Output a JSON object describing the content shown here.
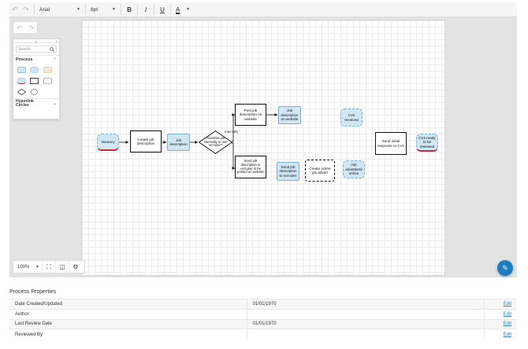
{
  "toolbar": {
    "font_family": "Arial",
    "font_size": "8pt",
    "bold": "B",
    "italic": "I",
    "underline": "U",
    "font_color": "A"
  },
  "panel": {
    "search_placeholder": "Search",
    "sections": [
      {
        "title": "Process"
      },
      {
        "title": "Hyperlink Circles"
      }
    ]
  },
  "zoom": {
    "level": "100%"
  },
  "diagram": {
    "nodes": {
      "vacancy": "Vacancy",
      "create_jd": "Create job description",
      "job_description": "Job description",
      "advertise": "Advertise job internally or use recruiter?",
      "post_jd": "Post job description on website",
      "jd_on_website": "Job description on website",
      "cvs_received": "CVs received",
      "send_jd_recruiter": "Send job description to recruiter to be posted on website",
      "send_jd_to_recruiter": "Send job description to recruiter",
      "create_online_advert": "Create online job advert",
      "job_advertised_online": "Job advertised online",
      "send_initial_response": "Send initial response to CVs",
      "cvs_ready": "CVs ready to be reviewed"
    },
    "edge_labels": {
      "internally": "Internally"
    }
  },
  "properties": {
    "title": "Process Properties",
    "edit_label": "Edit",
    "rows": [
      {
        "label": "Date Created/Updated",
        "value": "01/01/1970"
      },
      {
        "label": "Author",
        "value": ""
      },
      {
        "label": "Last Review Date",
        "value": "01/01/1970"
      },
      {
        "label": "Reviewed By",
        "value": ""
      }
    ]
  },
  "colors": {
    "accent": "#1b7ec2",
    "node_fill": "#cfe6f3",
    "node_border": "#7bb0cf",
    "terminal_red": "#c7283c",
    "link": "#2f7fc2"
  }
}
